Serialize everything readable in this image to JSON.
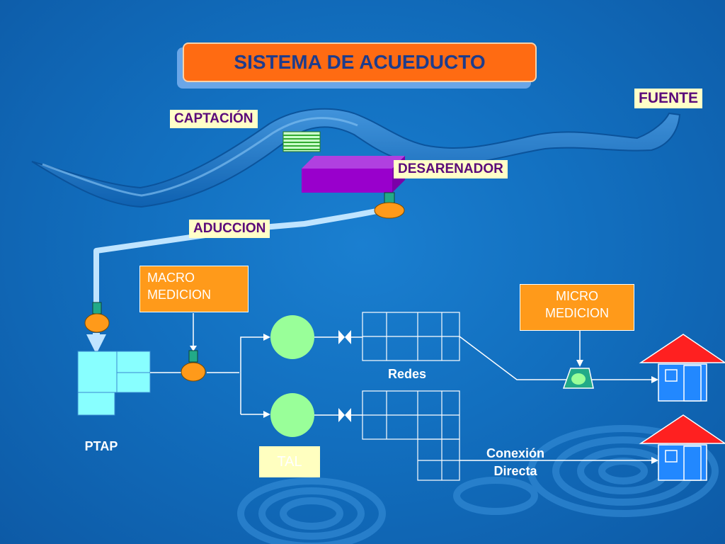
{
  "title": "SISTEMA DE ACUEDUCTO",
  "labels": {
    "fuente": "FUENTE",
    "captacion": "CAPTACIÓN",
    "desarenador": "DESARENADOR",
    "aduccion": "ADUCCION",
    "macro_medicion": "MACRO MEDICION",
    "micro_medicion": "MICRO MEDICION",
    "redes": "Redes",
    "ptap": "PTAP",
    "tal": "TAL",
    "conexion_directa": "Conexión Directa"
  },
  "colors": {
    "title_bg": "#ff6b12",
    "title_text": "#1e3c8c",
    "label_bg": "#ffffc8",
    "label_text": "#5a0a7a",
    "orange_box": "#ff9a1a",
    "desarenador": "#9900cc",
    "tank": "#99ff99",
    "ptap": "#88ffff",
    "roof": "#ff2020",
    "house": "#2288ff"
  }
}
